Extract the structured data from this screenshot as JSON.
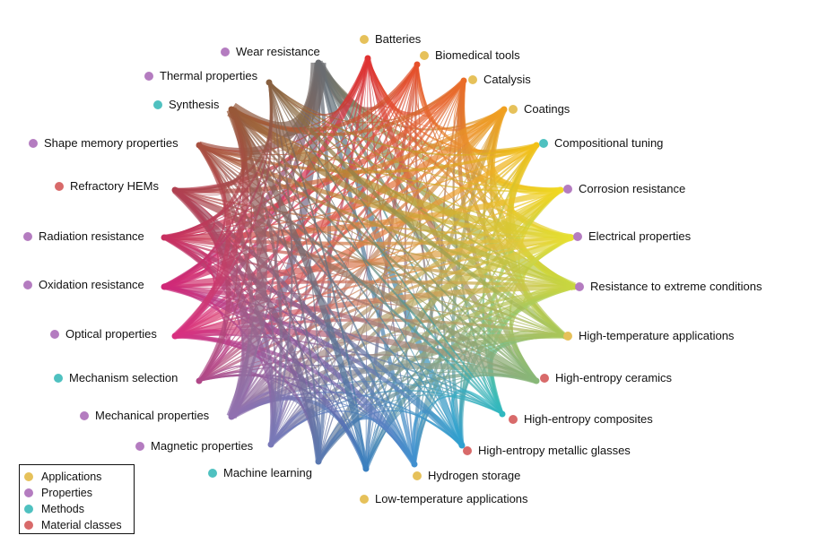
{
  "legend": [
    {
      "label": "Applications",
      "color": "#e6c15a"
    },
    {
      "label": "Properties",
      "color": "#b47cc0"
    },
    {
      "label": "Methods",
      "color": "#4fc1c0"
    },
    {
      "label": "Material classes",
      "color": "#d86a6a"
    }
  ],
  "nodes": [
    {
      "label": "Wear resistance",
      "category": "Properties",
      "color": "#6a6c70"
    },
    {
      "label": "Batteries",
      "category": "Applications",
      "color": "#e03232"
    },
    {
      "label": "Biomedical tools",
      "category": "Applications",
      "color": "#e6502a"
    },
    {
      "label": "Catalysis",
      "category": "Applications",
      "color": "#ea6c28"
    },
    {
      "label": "Coatings",
      "category": "Applications",
      "color": "#f0a020"
    },
    {
      "label": "Compositional tuning",
      "category": "Methods",
      "color": "#f2c218"
    },
    {
      "label": "Corrosion resistance",
      "category": "Properties",
      "color": "#f0d820"
    },
    {
      "label": "Electrical properties",
      "category": "Properties",
      "color": "#e6e030"
    },
    {
      "label": "Resistance to extreme conditions",
      "category": "Properties",
      "color": "#c8d840"
    },
    {
      "label": "High-temperature applications",
      "category": "Applications",
      "color": "#a8c858"
    },
    {
      "label": "High-entropy ceramics",
      "category": "Material classes",
      "color": "#88b878"
    },
    {
      "label": "High-entropy composites",
      "category": "Material classes",
      "color": "#30b8c0"
    },
    {
      "label": "High-entropy metallic glasses",
      "category": "Material classes",
      "color": "#30a0d0"
    },
    {
      "label": "Hydrogen storage",
      "category": "Applications",
      "color": "#4090d0"
    },
    {
      "label": "Low-temperature applications",
      "category": "Applications",
      "color": "#3a80c0"
    },
    {
      "label": "Machine learning",
      "category": "Methods",
      "color": "#5a78b0"
    },
    {
      "label": "Magnetic properties",
      "category": "Properties",
      "color": "#7878b8"
    },
    {
      "label": "Mechanical properties",
      "category": "Properties",
      "color": "#9070b0"
    },
    {
      "label": "Mechanism selection",
      "category": "Methods",
      "color": "#b04888"
    },
    {
      "label": "Optical properties",
      "category": "Properties",
      "color": "#d83080"
    },
    {
      "label": "Oxidation resistance",
      "category": "Properties",
      "color": "#d02878"
    },
    {
      "label": "Radiation resistance",
      "category": "Properties",
      "color": "#c83060"
    },
    {
      "label": "Refractory HEMs",
      "category": "Material classes",
      "color": "#b04050"
    },
    {
      "label": "Shape memory properties",
      "category": "Properties",
      "color": "#a85040"
    },
    {
      "label": "Synthesis",
      "category": "Methods",
      "color": "#985838"
    },
    {
      "label": "Thermal properties",
      "category": "Properties",
      "color": "#886040"
    }
  ]
}
